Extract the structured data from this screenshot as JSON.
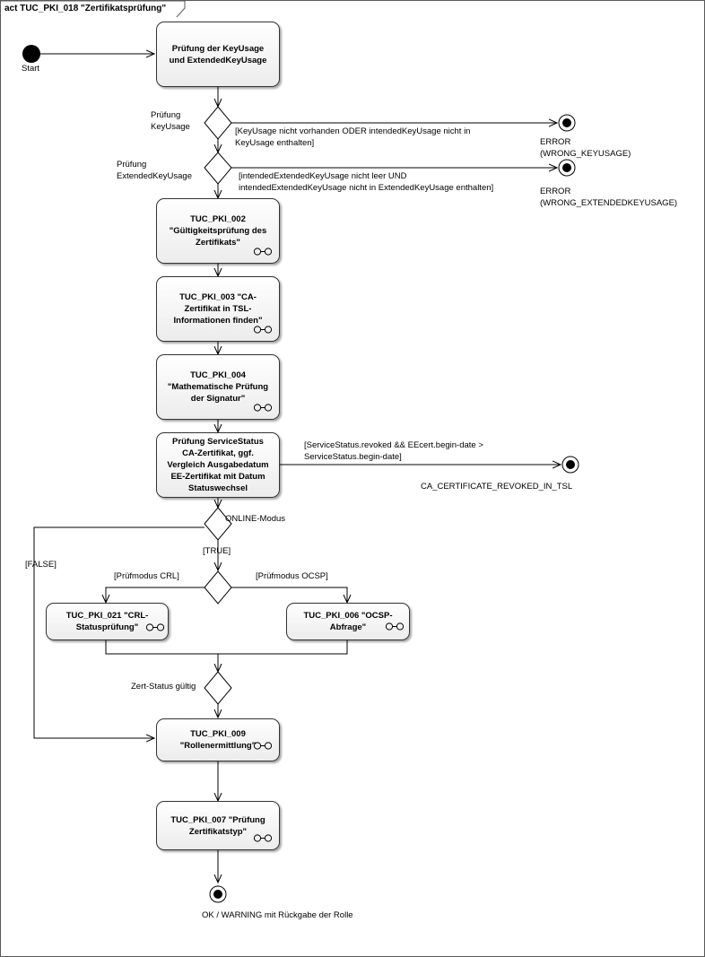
{
  "frame": {
    "title": "act TUC_PKI_018 \"Zertifikatsprüfung\""
  },
  "start": {
    "label": "Start"
  },
  "actions": {
    "keyusage": "Prüfung der KeyUsage\nund ExtendedKeyUsage",
    "pki002": "TUC_PKI_002\n\"Gültigkeitsprüfung des\nZertifikats\"",
    "pki003": "TUC_PKI_003 \"CA-\nZertifikat in TSL-\nInformationen finden\"",
    "pki004": "TUC_PKI_004\n\"Mathematische Prüfung\nder Signatur\"",
    "service": "Prüfung ServiceStatus\nCA-Zertifikat, ggf.\nVergleich Ausgabedatum\nEE-Zertifikat mit Datum\nStatuswechsel",
    "pki021": "TUC_PKI_021 \"CRL-\nStatusprüfung\"",
    "pki006": "TUC_PKI_006 \"OCSP-\nAbfrage\"",
    "pki009": "TUC_PKI_009\n\"Rollenermittlung\"",
    "pki007": "TUC_PKI_007 \"Prüfung\nZertifikatstyp\""
  },
  "decisions": {
    "keyusage": "Prüfung\nKeyUsage",
    "extkeyusage": "Prüfung\nExtendedKeyUsage",
    "online": "ONLINE-Modus",
    "status": "Zert-Status gültig"
  },
  "guards": {
    "keyusage": "[KeyUsage nicht vorhanden ODER  intendedKeyUsage nicht in\nKeyUsage enthalten]",
    "extkeyusage": "[intendedExtendedKeyUsage nicht leer UND\nintendedExtendedKeyUsage nicht in ExtendedKeyUsage enthalten]",
    "revoked": "[ServiceStatus.revoked && EEcert.begin-date >\nServiceStatus.begin-date]",
    "true": "[TRUE]",
    "false": "[FALSE]",
    "crl": "[Prüfmodus CRL]",
    "ocsp": "[Prüfmodus OCSP]"
  },
  "finals": {
    "keyusage": "ERROR\n(WRONG_KEYUSAGE)",
    "extkeyusage": "ERROR\n(WRONG_EXTENDEDKEYUSAGE)",
    "revoked": "CA_CERTIFICATE_REVOKED_IN_TSL",
    "ok": "OK / WARNING mit Rückgabe der Rolle"
  }
}
